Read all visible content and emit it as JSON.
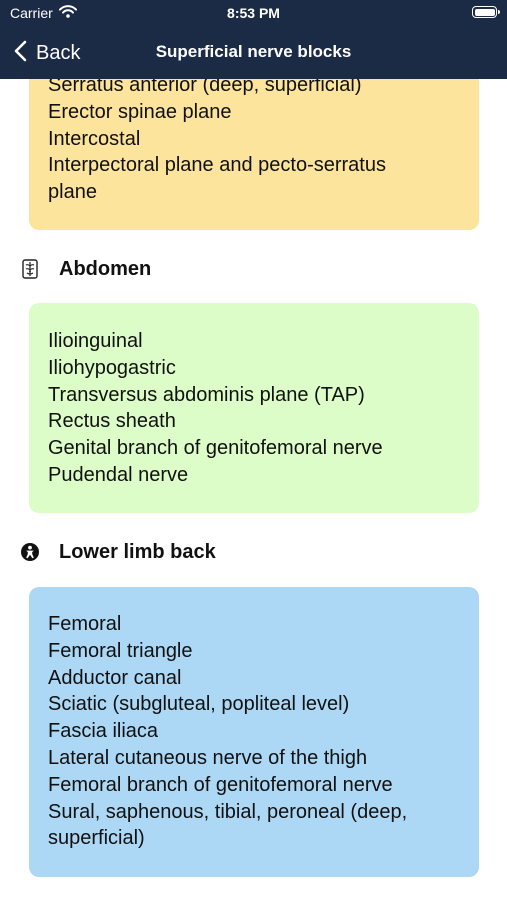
{
  "status_bar": {
    "carrier": "Carrier",
    "time": "8:53 PM",
    "wifi_icon": "wifi-icon",
    "battery_icon": "battery-icon"
  },
  "nav": {
    "back_label": "Back",
    "title": "Superficial nerve blocks"
  },
  "sections": {
    "thorax": {
      "color": "#fde49c",
      "items": [
        "Serratus anterior (deep, superficial)",
        "Erector spinae plane",
        "Intercostal",
        "Interpectoral plane and pecto-serratus",
        "plane"
      ]
    },
    "abdomen": {
      "title": "Abdomen",
      "icon": "abdomen-icon",
      "color": "#ddfdc8",
      "items": [
        "Ilioinguinal",
        "Iliohypogastric",
        "Transversus abdominis plane (TAP)",
        "Rectus sheath",
        "Genital branch of genitofemoral nerve",
        "Pudendal nerve"
      ]
    },
    "lower_limb_back": {
      "title": "Lower limb back",
      "icon": "person-circle-icon",
      "color": "#acd8f5",
      "items": [
        "Femoral",
        "Femoral triangle",
        "Adductor canal",
        "Sciatic (subgluteal, popliteal level)",
        "Fascia iliaca",
        "Lateral cutaneous nerve of the thigh",
        "Femoral branch of genitofemoral nerve",
        "Sural, saphenous, tibial, peroneal (deep,",
        "superficial)"
      ]
    }
  },
  "colors": {
    "nav_background": "#1b2a45",
    "nav_text": "#ffffff"
  }
}
